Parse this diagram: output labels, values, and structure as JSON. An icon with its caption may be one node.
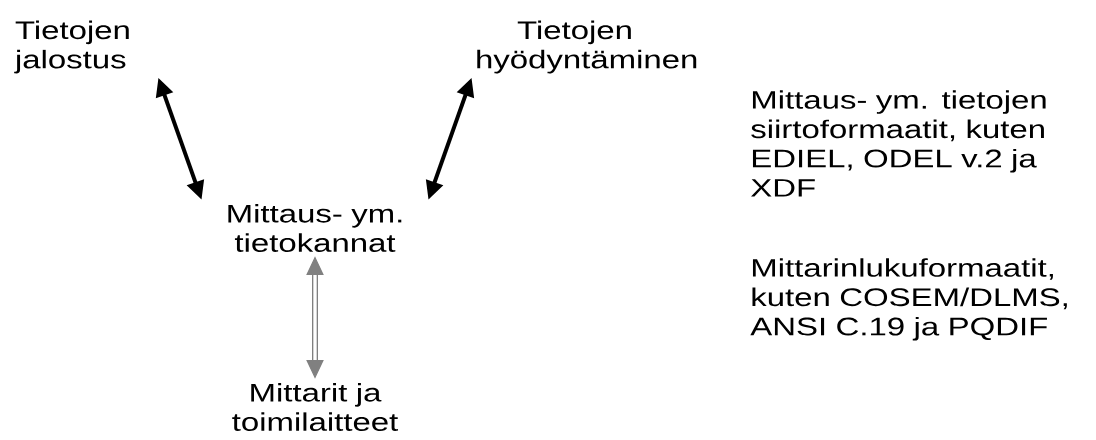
{
  "diagram": {
    "nodes": [
      {
        "text": [
          "Tietojen jalostus"
        ]
      },
      {
        "text": [
          "Tietojen hyödyntäminen"
        ]
      },
      {
        "text": [
          "Mittaus- ym. tietokannat"
        ]
      },
      {
        "text": [
          "Mittarit ja toimilaitteet"
        ]
      }
    ],
    "edges": [
      {
        "from": 0,
        "to": 2,
        "arrow": "both"
      },
      {
        "from": 1,
        "to": 2,
        "arrow": "both"
      },
      {
        "from": 2,
        "to": 3,
        "arrow": "both",
        "color": "#808080"
      }
    ],
    "labels": [
      "Mittaus- ym. tietojen siirtoformaatit, kuten EDIEL, ODEL v.2 ja XDF",
      "Mittarinlukuformaatit, kuten COSEM/DLMS, ANSI C.19 ja PQDIF"
    ]
  }
}
